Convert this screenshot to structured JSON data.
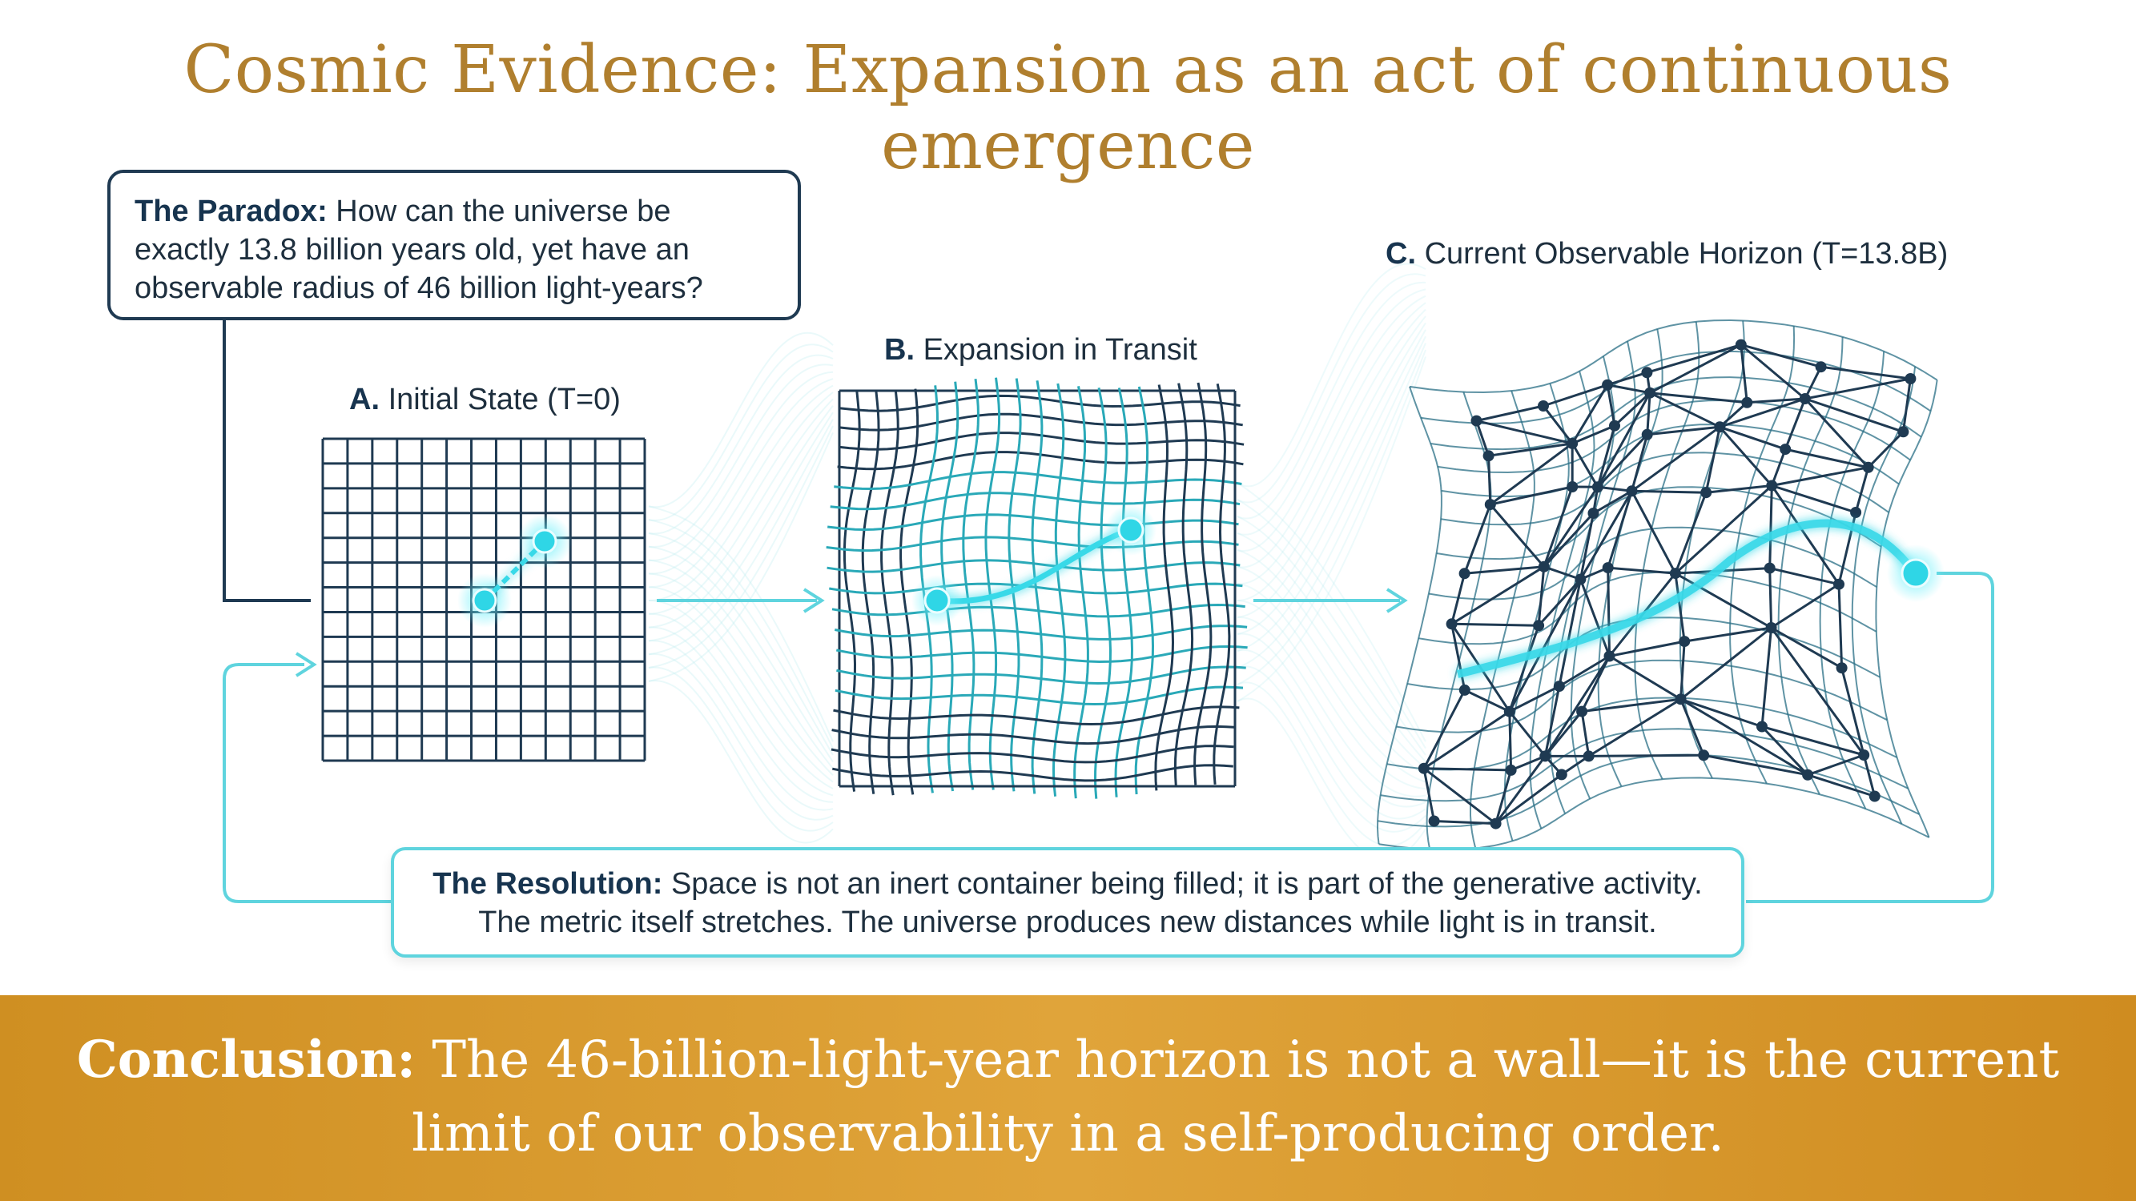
{
  "title": "Cosmic Evidence: Expansion as an act of continuous emergence",
  "paradox": {
    "label": "The Paradox:",
    "text": "How can the universe be exactly 13.8 billion years old, yet have an observable radius of 46 billion light-years?"
  },
  "stages": [
    {
      "letter": "A.",
      "label": "Initial State (T=0)"
    },
    {
      "letter": "B.",
      "label": "Expansion in Transit"
    },
    {
      "letter": "C.",
      "label": "Current Observable Horizon (T=13.8B)"
    }
  ],
  "resolution": {
    "label": "The Resolution:",
    "line1": "Space is not an inert container being filled; it is part of the generative activity.",
    "line2": "The metric itself stretches. The universe produces new distances while light is in transit."
  },
  "conclusion": {
    "label": "Conclusion:",
    "line1": "The 46-billion-light-year horizon is not a wall—it is the current",
    "line2": "limit of our observability in a self-producing order."
  },
  "colors": {
    "title": "#b07f2e",
    "navy": "#1f3a52",
    "cyan": "#2fd6e6",
    "band": "#d99a2f"
  }
}
